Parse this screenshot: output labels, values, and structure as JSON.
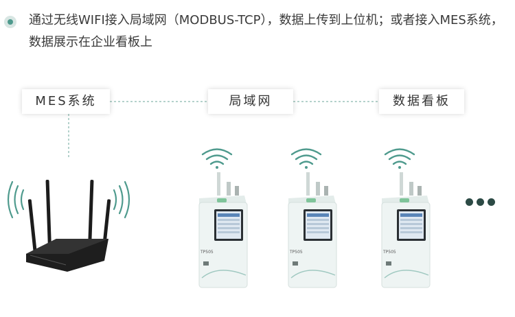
{
  "intro": {
    "text": "通过无线WIFI接入局域网（MODBUS-TCP），数据上传到上位机；或者接入MES系统，数据展示在企业看板上"
  },
  "nodes": {
    "mes": "MES系统",
    "lan": "局域网",
    "board": "数据看板"
  },
  "devices": {
    "model_label": "TP505",
    "count_shown": 3
  },
  "colors": {
    "accent": "#4e9a8d",
    "dash": "#9cc4bb",
    "device_body": "#eef4f3",
    "router": "#1e1e1e"
  }
}
